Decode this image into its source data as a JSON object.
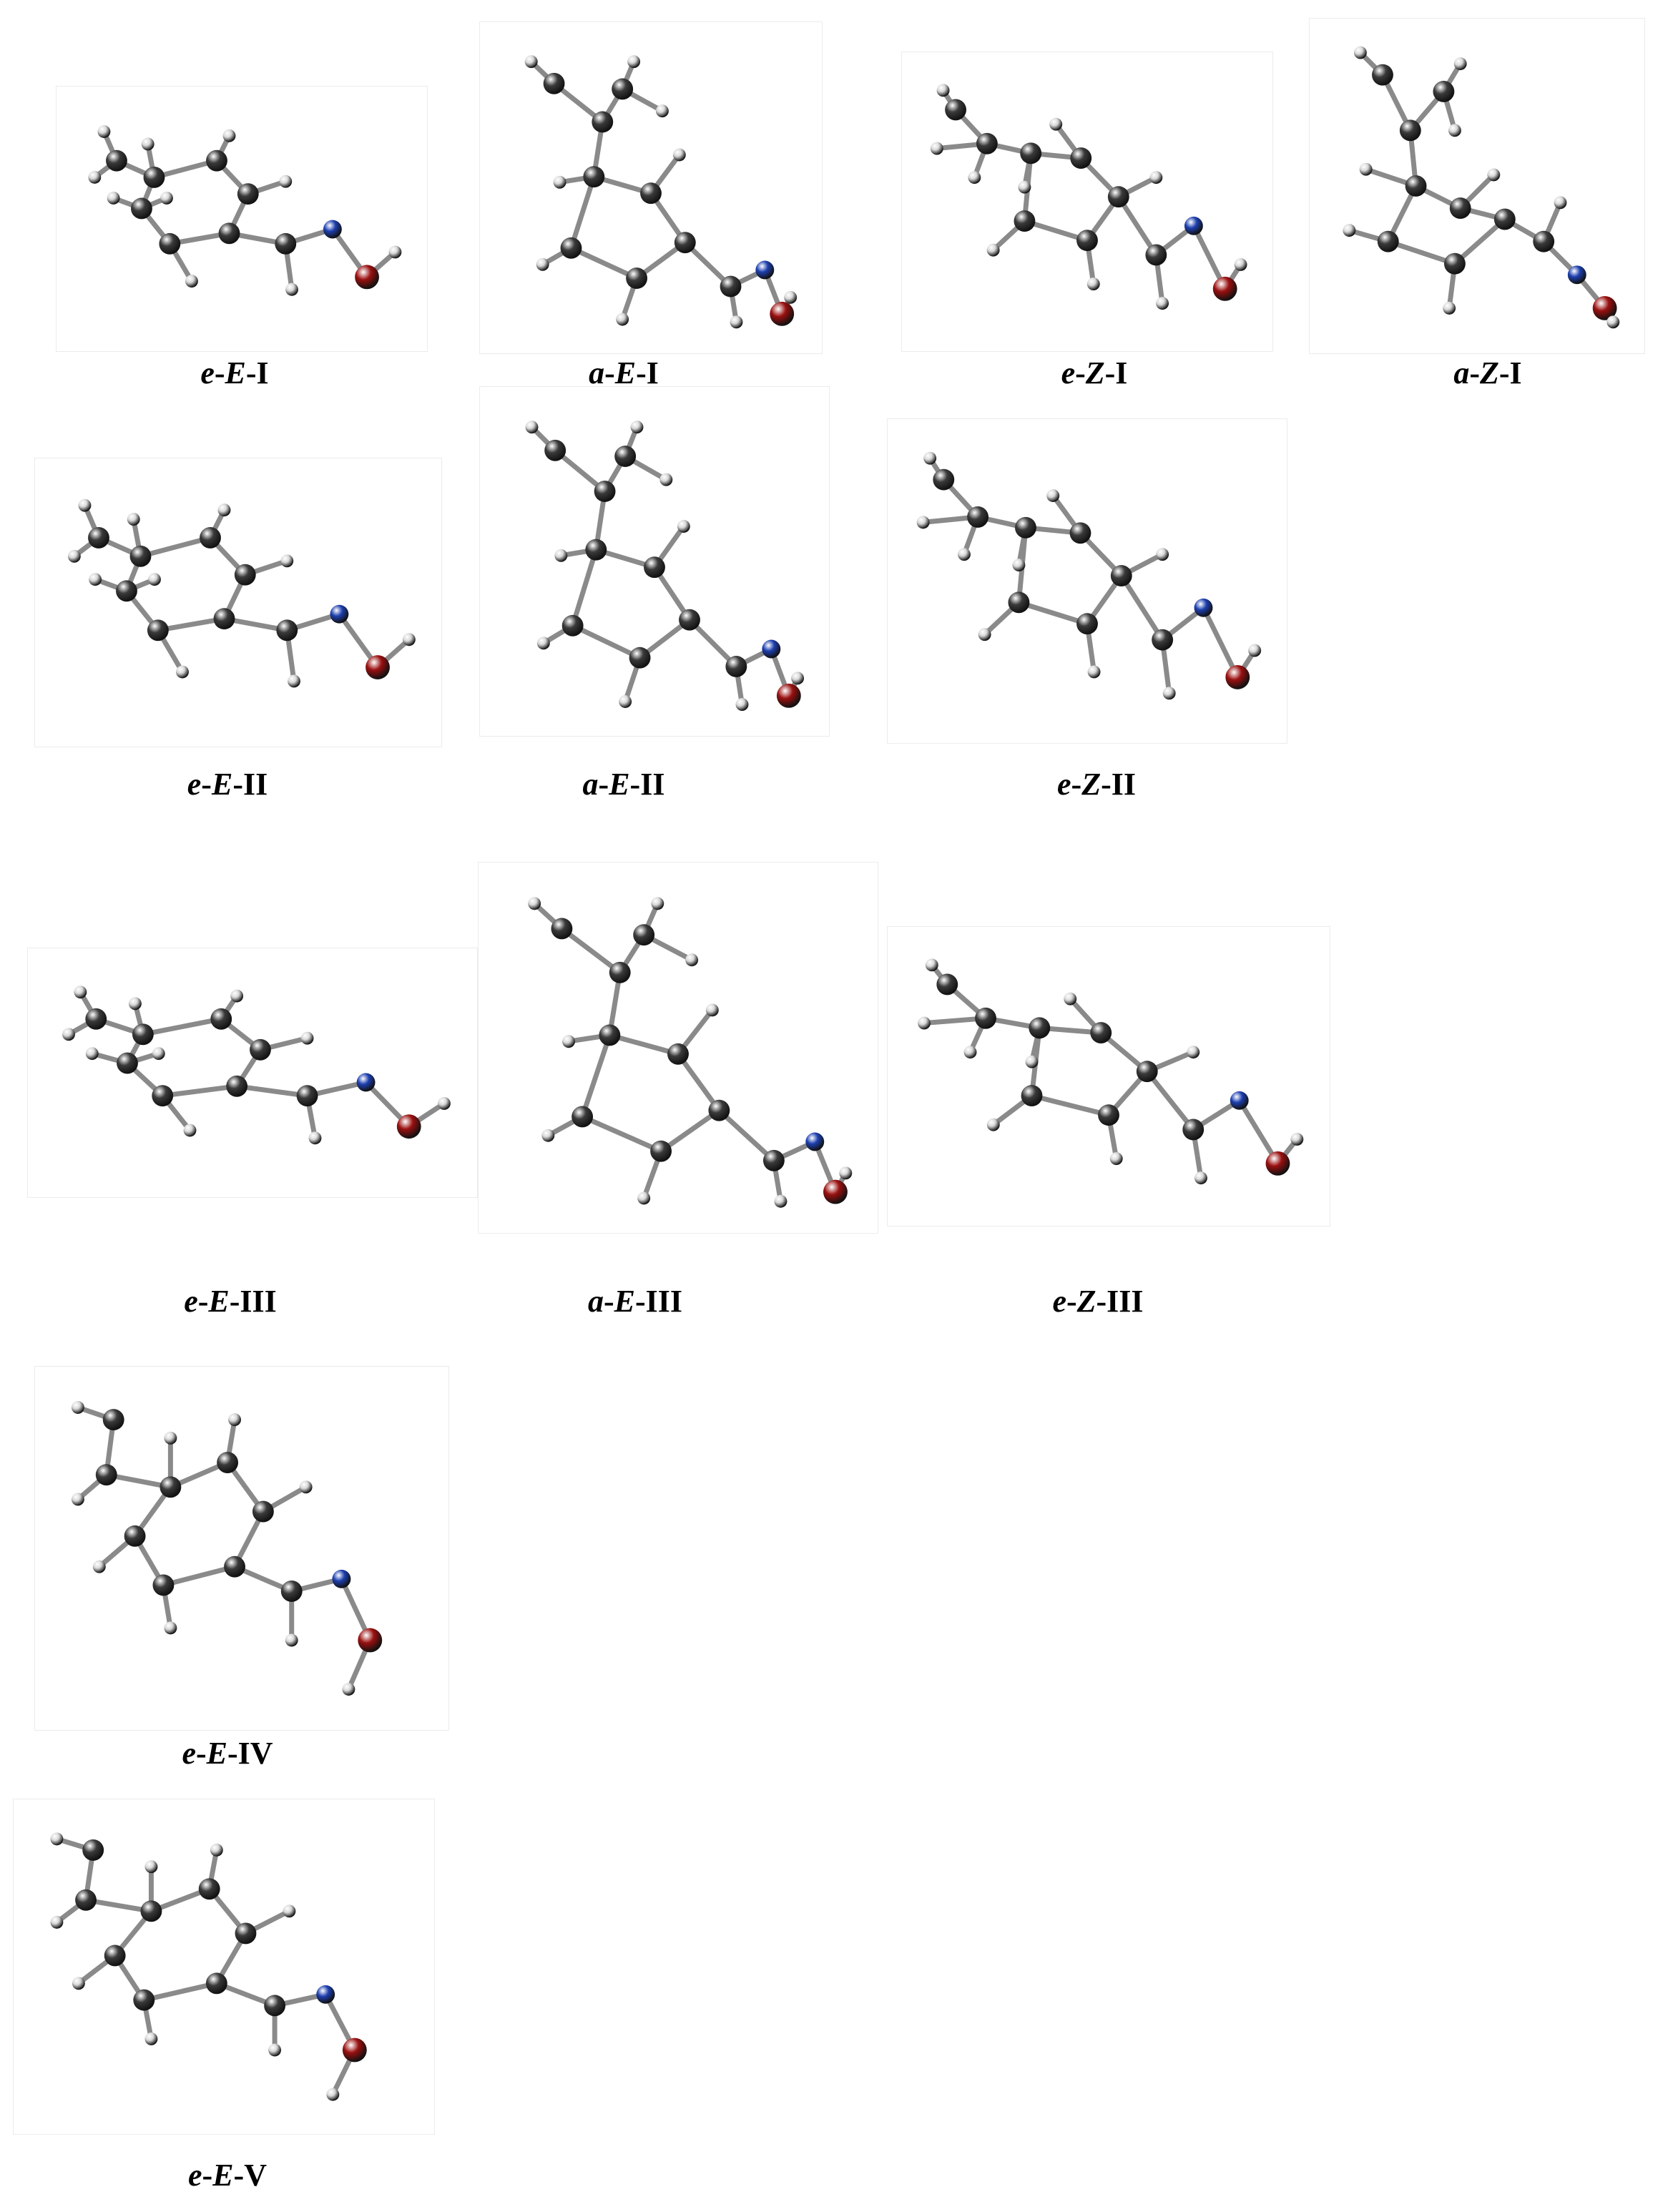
{
  "figure": {
    "molecule_kind": "oxime conformers",
    "atom_colors": {
      "carbon": "#3a3a3a",
      "hydrogen": "#d8d8d8",
      "nitrogen": "#1d3fb0",
      "oxygen": "#9a1010",
      "bond": "#8a8a8a"
    },
    "panels": [
      {
        "pos": "e",
        "iso": "E",
        "num": "I",
        "variant": "E"
      },
      {
        "pos": "a",
        "iso": "E",
        "num": "I",
        "variant": "aE"
      },
      {
        "pos": "e",
        "iso": "Z",
        "num": "I",
        "variant": "Z"
      },
      {
        "pos": "a",
        "iso": "Z",
        "num": "I",
        "variant": "aZ"
      },
      {
        "pos": "e",
        "iso": "E",
        "num": "II",
        "variant": "E"
      },
      {
        "pos": "a",
        "iso": "E",
        "num": "II",
        "variant": "aE"
      },
      {
        "pos": "e",
        "iso": "Z",
        "num": "II",
        "variant": "Z"
      },
      {
        "pos": "e",
        "iso": "E",
        "num": "III",
        "variant": "E"
      },
      {
        "pos": "a",
        "iso": "E",
        "num": "III",
        "variant": "aE"
      },
      {
        "pos": "e",
        "iso": "Z",
        "num": "III",
        "variant": "Z"
      },
      {
        "pos": "e",
        "iso": "E",
        "num": "IV",
        "variant": "E4"
      },
      {
        "pos": "e",
        "iso": "E",
        "num": "V",
        "variant": "E4"
      }
    ]
  }
}
